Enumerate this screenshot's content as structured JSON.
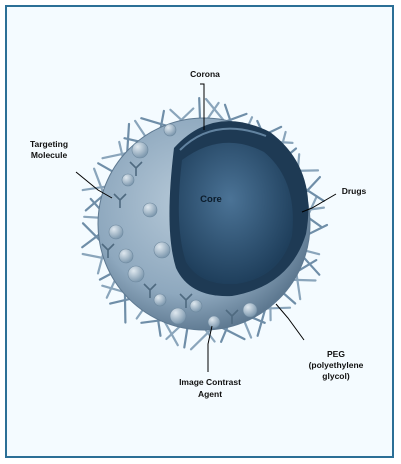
{
  "labels": {
    "corona": "Corona",
    "targeting_line1": "Targeting",
    "targeting_line2": "Molecule",
    "core": "Core",
    "drugs": "Drugs",
    "peg_line1": "PEG",
    "peg_line2": "(polyethylene",
    "peg_line3": "glycol)",
    "contrast_line1": "Image Contrast",
    "contrast_line2": "Agent"
  },
  "colors": {
    "border": "#2b6f96",
    "background": "#f4fbff",
    "shell": "#8ea8be",
    "shell_dark": "#5d7890",
    "corona": "#1e3a54",
    "core": "#2f5676",
    "spike": "#6f8ea8"
  }
}
